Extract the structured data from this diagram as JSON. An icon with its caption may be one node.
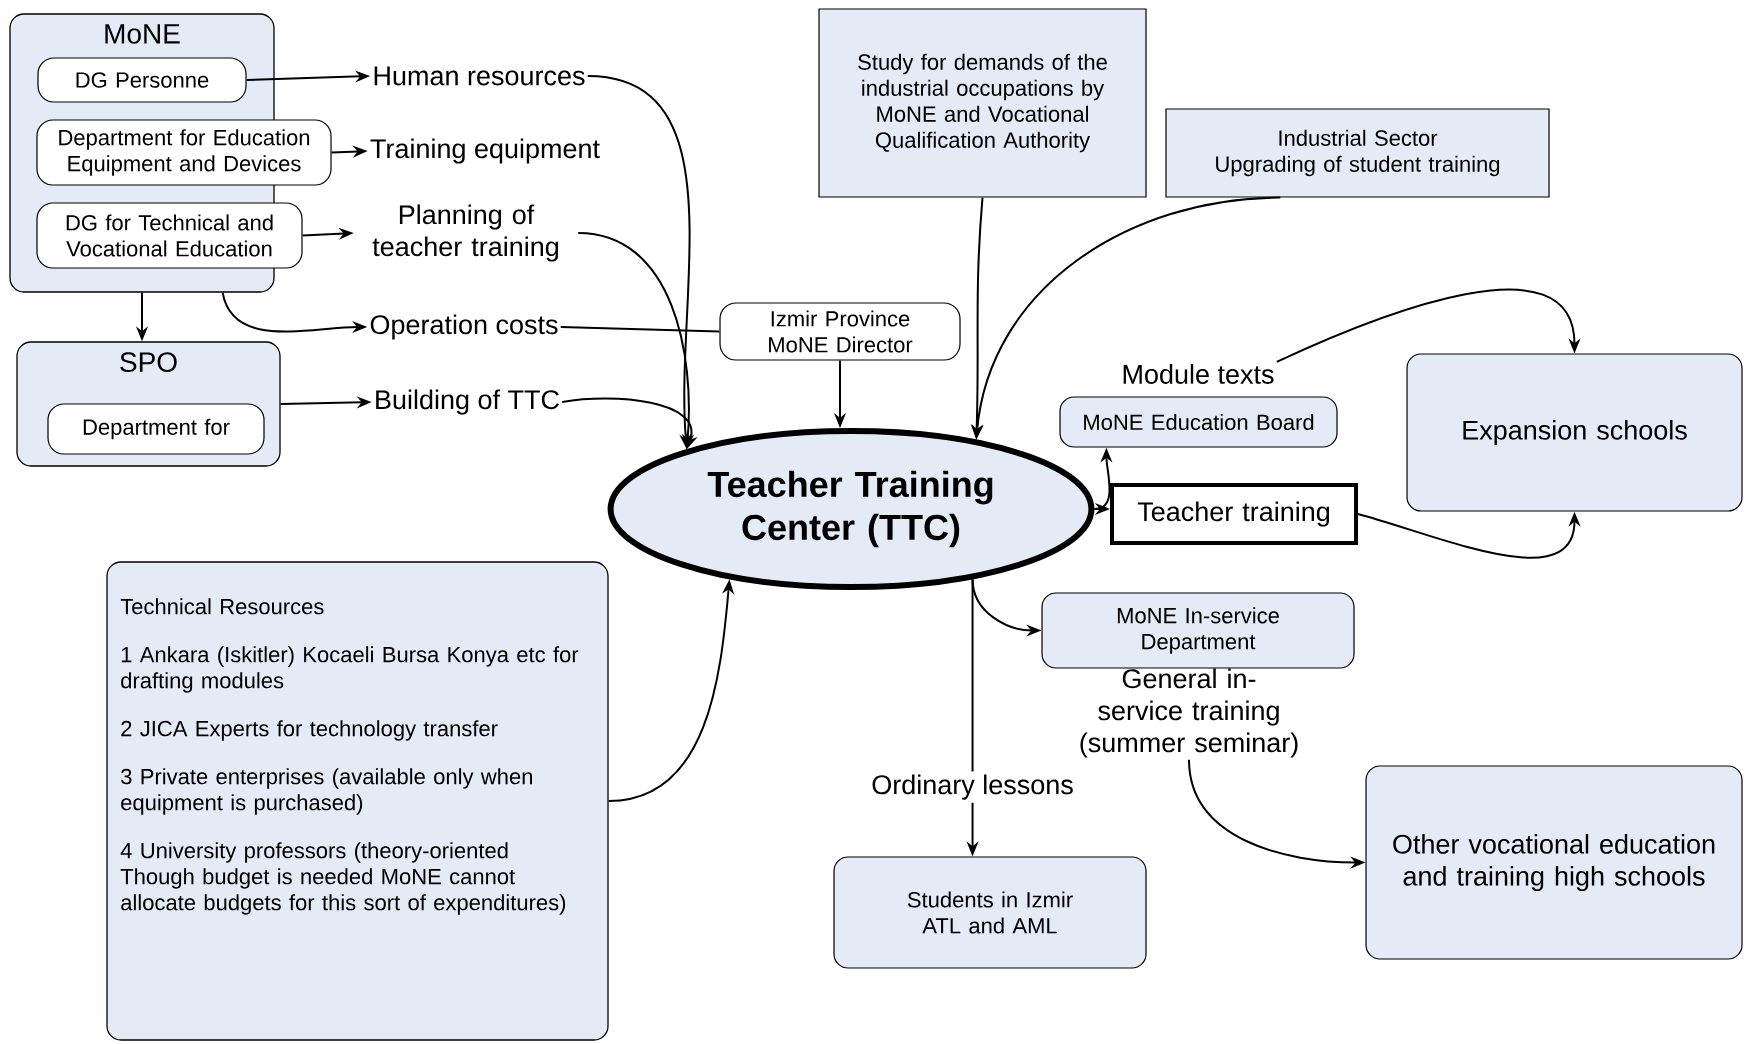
{
  "diagram": {
    "nodes": [
      {
        "text": [
          "MoNE"
        ]
      },
      {
        "text": [
          "DG Personne"
        ],
        "in": 0
      },
      {
        "text": [
          "Department for Education Equipment and Devices"
        ]
      },
      {
        "text": [
          "DG for Technical and Vocational Education"
        ]
      },
      {
        "text": [
          "Human resources"
        ]
      },
      {
        "text": [
          "Training equipment"
        ]
      },
      {
        "text": [
          "Planning of teacher training"
        ]
      },
      {
        "text": [
          "SPO"
        ]
      },
      {
        "text": [
          "Department for"
        ],
        "in": 7
      },
      {
        "text": [
          "Operation costs"
        ]
      },
      {
        "text": [
          "Building of TTC"
        ]
      },
      {
        "text": [
          "Izmir Province MoNE Director"
        ]
      },
      {
        "text": [
          "Teacher Training Center (TTC)"
        ]
      },
      {
        "text": [
          "Technical Resources",
          "1  Ankara (Iskitler)  Kocaeli   Bursa  Konya etc  for drafting modules",
          "2  JICA Experts for technology transfer",
          "3  Private enterprises (available only when equipment is purchased)",
          "4  University professors (theory-oriented Though budget is needed  MoNE cannot allocate budgets for this sort of expenditures)"
        ]
      },
      {
        "text": [
          "Study for demands of the industrial occupations by MoNE and Vocational Qualification Authority"
        ]
      },
      {
        "text": [
          "Industrial Sector",
          "Upgrading of student training"
        ]
      },
      {
        "text": [
          "Module texts"
        ]
      },
      {
        "text": [
          "MoNE  Education Board"
        ]
      },
      {
        "text": [
          "Teacher training"
        ]
      },
      {
        "text": [
          "Expansion schools"
        ]
      },
      {
        "text": [
          "MoNE In-service Department"
        ]
      },
      {
        "text": [
          "General in-service training (summer seminar)"
        ]
      },
      {
        "text": [
          "Students in Izmir ATL and AML"
        ]
      },
      {
        "text": [
          "Other vocational education and training high schools"
        ]
      }
    ],
    "edges": [
      {
        "from": 1,
        "to": 4,
        "arrow": "to"
      },
      {
        "from": 2,
        "to": 5,
        "arrow": "to"
      },
      {
        "from": 3,
        "to": 6,
        "arrow": "to"
      },
      {
        "from": 0,
        "to": 7,
        "arrow": "to"
      },
      {
        "from": 0,
        "to": 9,
        "arrow": "to"
      },
      {
        "from": 7,
        "to": 10,
        "arrow": "to"
      },
      {
        "from": 4,
        "to": 12,
        "arrow": "to"
      },
      {
        "from": 6,
        "to": 12,
        "arrow": "to"
      },
      {
        "from": 9,
        "to": 11,
        "arrow": "none"
      },
      {
        "from": 11,
        "to": 12,
        "arrow": "to"
      },
      {
        "from": 10,
        "to": 12,
        "arrow": "to"
      },
      {
        "from": 13,
        "to": 12,
        "arrow": "to"
      },
      {
        "from": 14,
        "to": 12,
        "arrow": "to"
      },
      {
        "from": 15,
        "to": 12,
        "arrow": "to"
      },
      {
        "from": 12,
        "to": 17,
        "arrow": "to"
      },
      {
        "from": 12,
        "to": 18,
        "arrow": "to"
      },
      {
        "from": 16,
        "to": 19,
        "arrow": "to"
      },
      {
        "from": 18,
        "to": 19,
        "arrow": "to"
      },
      {
        "from": 12,
        "to": 20,
        "arrow": "to"
      },
      {
        "from": 12,
        "to": 22,
        "arrow": "to",
        "label": "Ordinary lessons"
      },
      {
        "from": 21,
        "to": 23,
        "arrow": "to"
      }
    ]
  }
}
